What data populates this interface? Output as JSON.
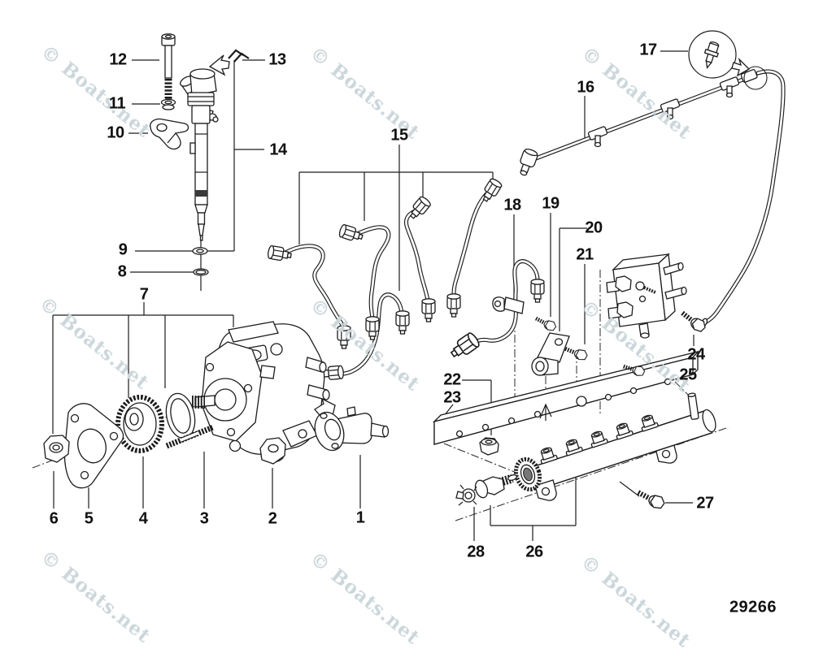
{
  "figure": {
    "part_number": "29266"
  },
  "watermark": {
    "text": "© Boats.net",
    "color": "#ccd7db"
  },
  "colors": {
    "ink": "#1c1c1c",
    "background": "#ffffff"
  },
  "callouts": {
    "c1": "1",
    "c2": "2",
    "c3": "3",
    "c4": "4",
    "c5": "5",
    "c6": "6",
    "c7": "7",
    "c8": "8",
    "c9": "9",
    "c10": "10",
    "c11": "11",
    "c12": "12",
    "c13": "13",
    "c14": "14",
    "c15": "15",
    "c16": "16",
    "c17": "17",
    "c18": "18",
    "c19": "19",
    "c20": "20",
    "c21": "21",
    "c22": "22",
    "c23": "23",
    "c24": "24",
    "c25": "25",
    "c26": "26",
    "c27": "27",
    "c28": "28"
  }
}
